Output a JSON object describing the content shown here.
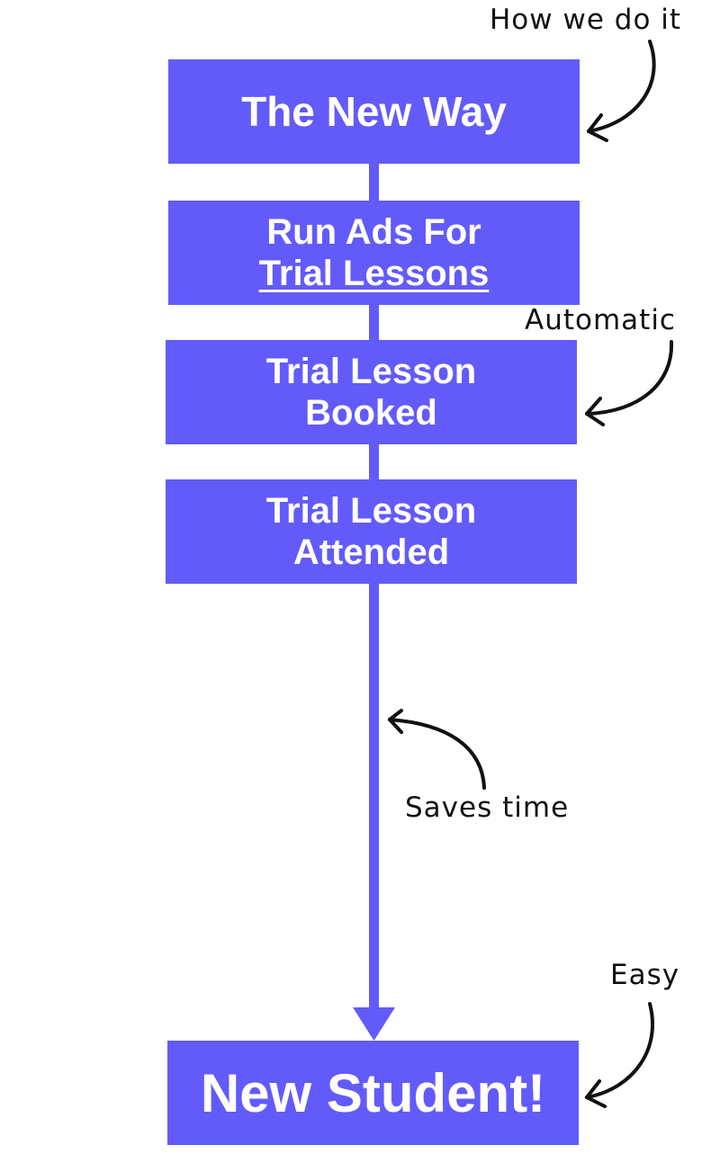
{
  "flow": {
    "step1": "The New Way",
    "step2_line1": "Run Ads For",
    "step2_line2": "Trial Lessons",
    "step3_line1": "Trial Lesson",
    "step3_line2": "Booked",
    "step4_line1": "Trial Lesson",
    "step4_line2": "Attended",
    "step5": "New Student!"
  },
  "annotations": {
    "how": "How we do it",
    "automatic": "Automatic",
    "saves": "Saves time",
    "easy": "Easy"
  },
  "colors": {
    "box": "#625BFA",
    "text": "#ffffff",
    "annotation": "#111111"
  }
}
